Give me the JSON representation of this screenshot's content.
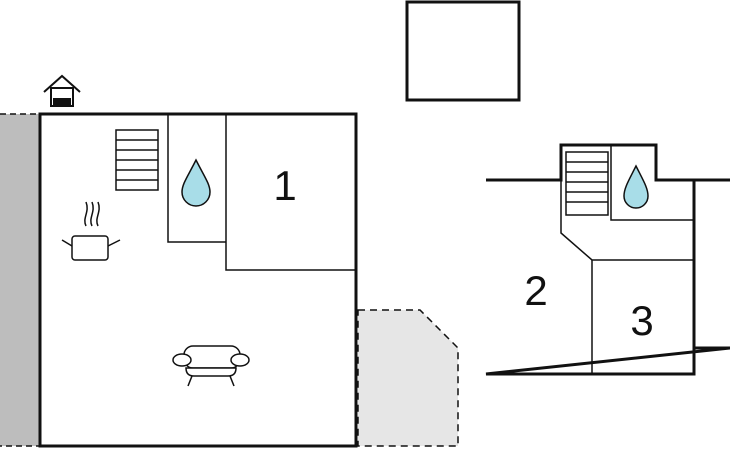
{
  "floorplan": {
    "ground_floor": {
      "rooms": [
        {
          "id": "1",
          "label": "1"
        }
      ],
      "icons": [
        "entrance-icon",
        "stairs-icon",
        "bathroom-icon",
        "kitchen-icon",
        "living-room-sofa-icon"
      ]
    },
    "upper_floor": {
      "rooms": [
        {
          "id": "2",
          "label": "2"
        },
        {
          "id": "3",
          "label": "3"
        }
      ],
      "icons": [
        "stairs-icon",
        "bathroom-icon"
      ]
    },
    "colors": {
      "wall": "#111111",
      "water_drop": "#a8dde8",
      "side_strip": "#bdbdbd",
      "terrace": "#e6e6e6"
    }
  }
}
